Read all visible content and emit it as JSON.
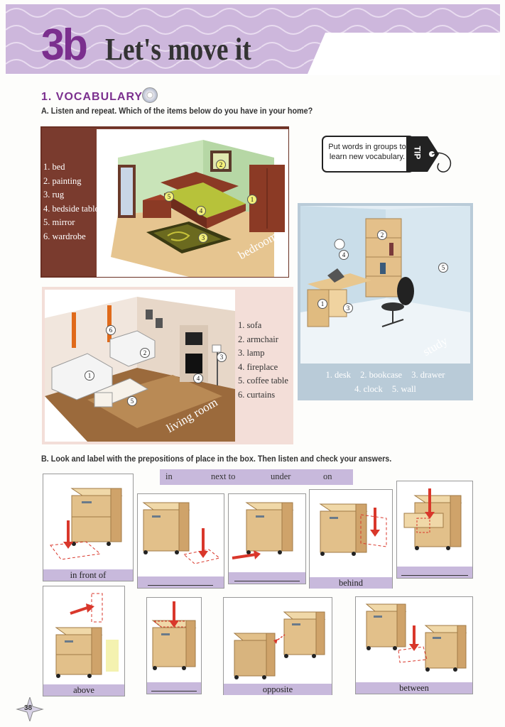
{
  "header": {
    "lesson_number": "3b",
    "title": "Let's move it"
  },
  "vocabulary": {
    "section_title": "1. VOCABULARY",
    "instruction_a": "A. Listen and repeat. Which of the items below do you have in your home?",
    "bedroom": {
      "caption": "bedroom",
      "items": [
        "1. bed",
        "2. painting",
        "3. rug",
        "4. bedside table",
        "5. mirror",
        "6. wardrobe"
      ]
    },
    "tip": {
      "text": "Put words in groups to learn new vocabulary.",
      "label": "TIP"
    },
    "study": {
      "caption": "study",
      "items": [
        "1. desk",
        "2. bookcase",
        "3. drawer",
        "4. clock",
        "5. wall"
      ]
    },
    "living_room": {
      "caption": "living room",
      "items": [
        "1. sofa",
        "2. armchair",
        "3. lamp",
        "4. fireplace",
        "5. coffee table",
        "6. curtains"
      ]
    },
    "markers": {
      "one": "1",
      "two": "2",
      "three": "3",
      "four": "4",
      "five": "5",
      "six": "6"
    }
  },
  "part_b": {
    "instruction": "B. Look and label with the prepositions of place in the box. Then listen and check your answers.",
    "box_words": [
      "in",
      "next to",
      "under",
      "on"
    ],
    "labels": {
      "in_front_of": "in front of",
      "behind": "behind",
      "above": "above",
      "opposite": "opposite",
      "between": "between"
    }
  },
  "page_number": "38",
  "colors": {
    "accent": "#7b2f8e",
    "label_band": "#c8b9dc",
    "arrow": "#d9372b"
  }
}
